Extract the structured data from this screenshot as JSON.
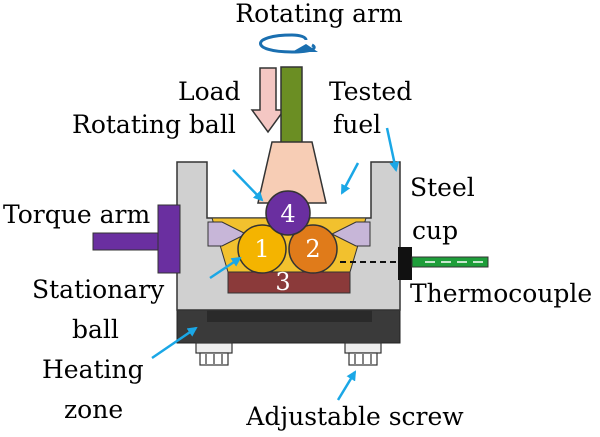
{
  "labels": {
    "rotating_arm": "Rotating arm",
    "load": "Load",
    "rotating_ball": "Rotating ball",
    "tested": "Tested",
    "fuel": "fuel",
    "steel": "Steel",
    "cup": "cup",
    "torque_arm": "Torque arm",
    "stationary": "Stationary",
    "ball": "ball",
    "heating": "Heating",
    "zone": "zone",
    "thermocouple": "Thermocouple",
    "adjustable_screw": "Adjustable screw"
  },
  "balls": {
    "b1": "1",
    "b2": "2",
    "b3": "3",
    "b4": "4"
  },
  "colors": {
    "arrow": "#1aa7e6",
    "cup": "#d0d0d0",
    "base": "#3a3a3a",
    "shaft": "#6b8e23",
    "load_arrow": "#f4c7c3",
    "collet": "#f7cdb5",
    "torque_arm": "#6a2fa0",
    "fuel": "#f2c12e",
    "ball1": "#f4b400",
    "ball2": "#e07b1a",
    "ball4": "#6a2fa0",
    "plate": "#8b3a3a",
    "thermocouple": "#1e9e3a"
  }
}
